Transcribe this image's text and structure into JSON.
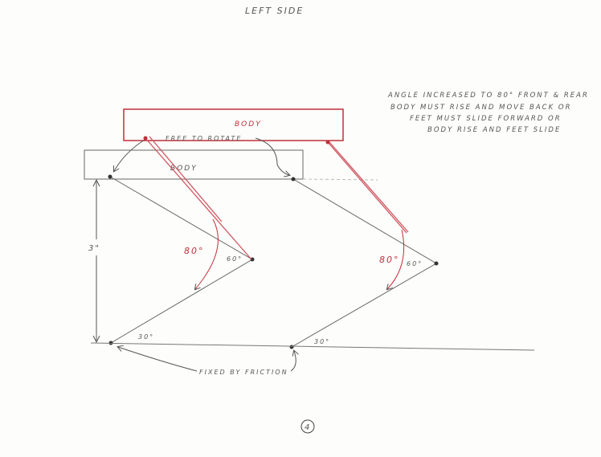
{
  "title": "LEFT SIDE",
  "note": [
    "ANGLE INCREASED TO 80° FRONT & REAR",
    "BODY MUST RISE AND MOVE BACK OR",
    "FEET MUST SLIDE FORWARD OR",
    "BODY RISE AND FEET SLIDE"
  ],
  "labels": {
    "body_raised": "BODY",
    "body_original": "BODY",
    "free_to_rotate": "FREE TO ROTATE",
    "height": "3\"",
    "angle_left_80": "80°",
    "angle_left_60": "60°",
    "angle_right_80": "80°",
    "angle_right_60": "60°",
    "angle_left_30": "30°",
    "angle_right_30": "30°",
    "fixed_by_friction": "FIXED BY FRICTION",
    "page_number": "4"
  },
  "colors": {
    "pencil": "#555555",
    "red": "#c0303a"
  }
}
